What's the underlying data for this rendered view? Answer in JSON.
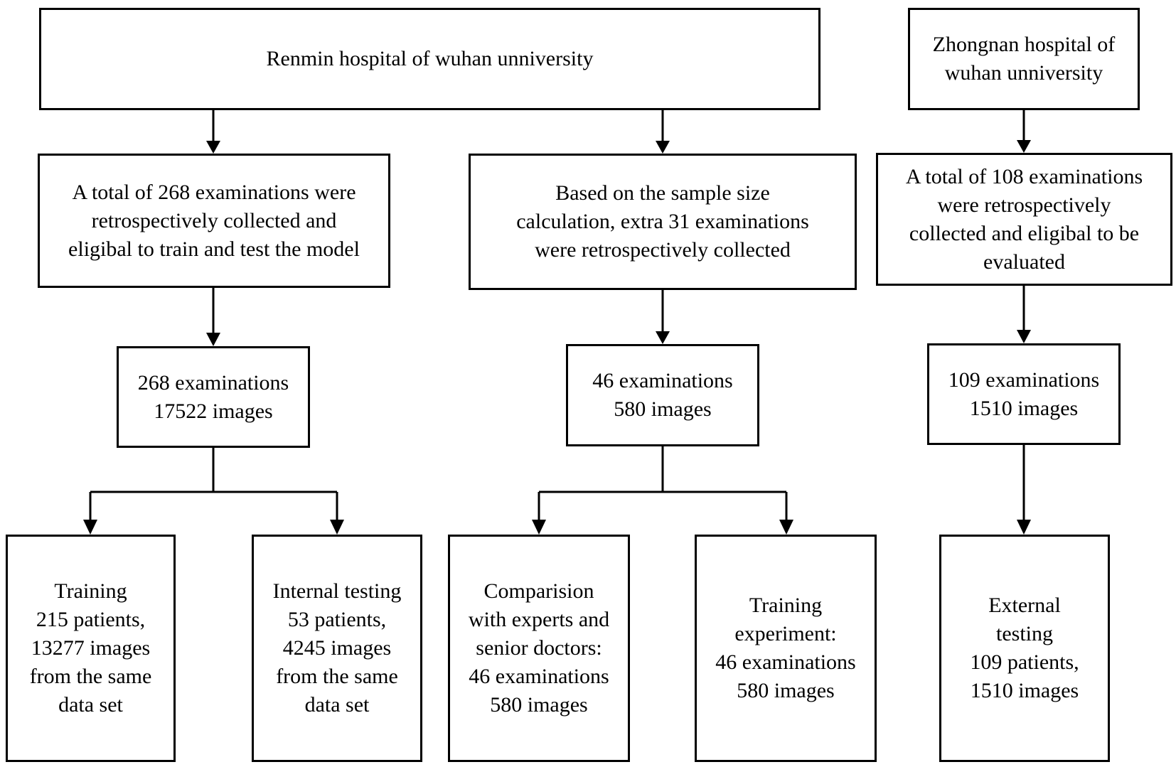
{
  "renmin": {
    "hospital": [
      "Renmin hospital of wuhan unniversity"
    ],
    "collection": [
      "A total of 268 examinations were",
      "retrospectively collected and",
      "eligibal to train and test the model"
    ],
    "summary": [
      "268 examinations",
      "17522 images"
    ],
    "training": [
      "Training",
      "215 patients,",
      "13277 images",
      "from the same",
      "data set"
    ],
    "internal_testing": [
      "Internal testing",
      "53 patients,",
      "4245 images",
      "from the same",
      "data set"
    ]
  },
  "extra": {
    "collection": [
      "Based on the sample size",
      "calculation, extra 31 examinations",
      "were retrospectively collected"
    ],
    "summary": [
      "46 examinations",
      "580 images"
    ],
    "comparison": [
      "Comparision",
      "with experts and",
      "senior doctors:",
      "46 examinations",
      "580 images"
    ],
    "training_experiment": [
      "Training",
      "experiment:",
      "46 examinations",
      "580 images"
    ]
  },
  "zhongnan": {
    "hospital": [
      "Zhongnan hospital of",
      "wuhan unniversity"
    ],
    "collection": [
      "A total of 108 examinations",
      "were retrospectively",
      "collected and eligibal to be",
      "evaluated"
    ],
    "summary": [
      "109 examinations",
      "1510 images"
    ],
    "external_testing": [
      "External",
      "testing",
      "109 patients,",
      "1510 images"
    ]
  }
}
